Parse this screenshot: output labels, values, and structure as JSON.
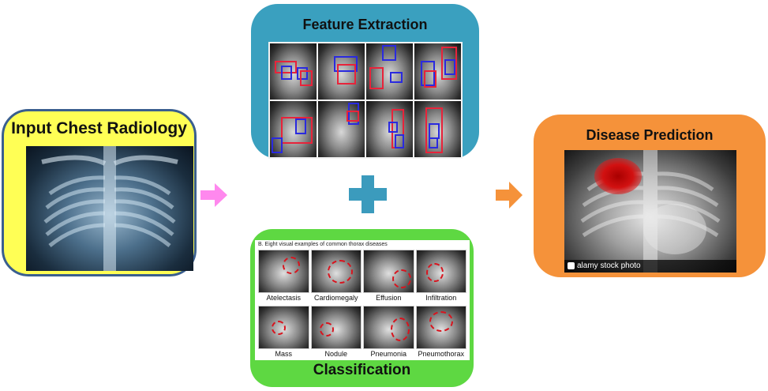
{
  "input": {
    "title": "Input Chest Radiology"
  },
  "feature": {
    "title": "Feature Extraction"
  },
  "classification": {
    "title": "Classification",
    "caption": "B. Eight visual examples of common thorax diseases",
    "labels": [
      "Atelectasis",
      "Cardiomegaly",
      "Effusion",
      "Infiltration",
      "Mass",
      "Nodule",
      "Pneumonia",
      "Pneumothorax"
    ]
  },
  "prediction": {
    "title": "Disease Prediction",
    "watermark": "alamy stock photo"
  },
  "colors": {
    "input_bg": "#ffff55",
    "input_border": "#3a5f8f",
    "feature_bg": "#3aa0bf",
    "classification_bg": "#5ed842",
    "prediction_bg": "#f5923a",
    "plus": "#3b9bbd",
    "arrow_pink": "#ff88ee",
    "arrow_orange": "#f5923a",
    "box_red": "#e8233a",
    "box_blue": "#2a2adf"
  },
  "icons": [
    "plus-icon",
    "right-arrow-icon"
  ]
}
